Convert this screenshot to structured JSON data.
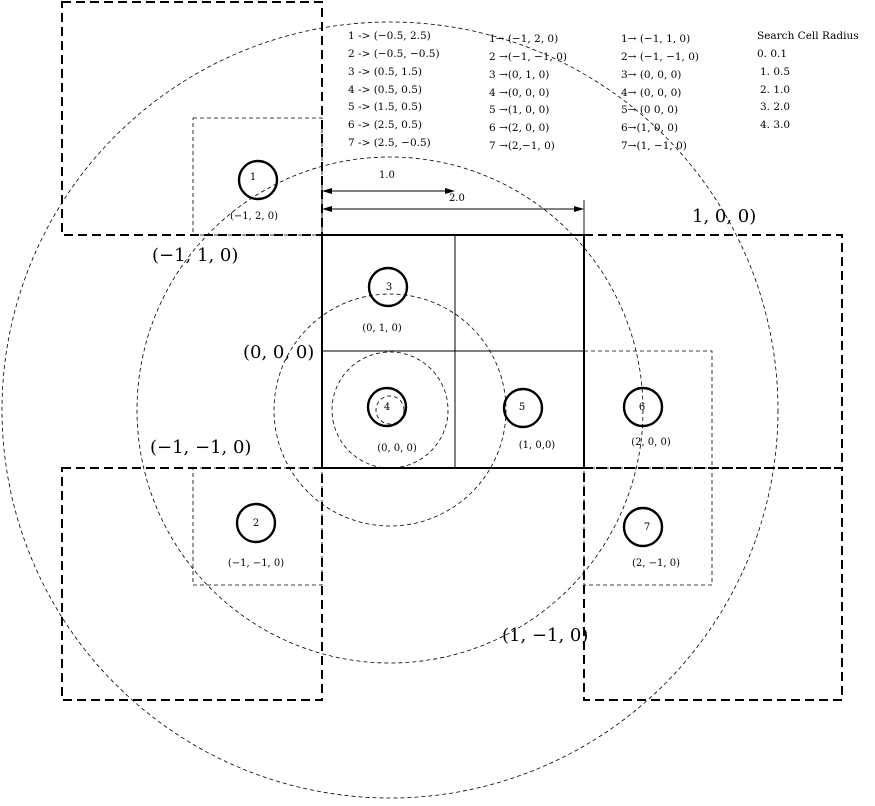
{
  "search_cell_radius": {
    "title": "Search Cell Radius",
    "rows": [
      "0. 0.1",
      "1. 0.5",
      "2. 1.0",
      "3. 2.0",
      "4. 3.0"
    ]
  },
  "mappings": {
    "positions": [
      "1 -> (−0.5, 2.5)",
      "2 -> (−0.5, −0.5)",
      "3 -> (0.5, 1.5)",
      "4 -> (0.5, 0.5)",
      "5 -> (1.5, 0.5)",
      "6 -> (2.5, 0.5)",
      "7 -> (2.5, −0.5)"
    ],
    "cells_a": [
      "1→ (−1, 2, 0)",
      "2 →(−1, −1, 0)",
      "3 →(0, 1, 0)",
      "4 →(0, 0, 0)",
      "5 →(1, 0, 0)",
      "6 →(2, 0, 0)",
      "7 →(2,−1, 0)"
    ],
    "cells_b": [
      "1→ (−1, 1, 0)",
      "2→ (−1, −1, 0)",
      "3→ (0, 0, 0)",
      "4→ (0, 0, 0)",
      "5→ (0 0, 0)",
      "6→(1, 0, 0)",
      "7→(1, −1, 0)"
    ]
  },
  "dimensions": {
    "short": "1.0",
    "long": "2.0"
  },
  "particles": [
    {
      "number": "1",
      "cell": "(−1, 2, 0)"
    },
    {
      "number": "2",
      "cell": "(−1, −1, 0)"
    },
    {
      "number": "3",
      "cell": "(0, 1, 0)"
    },
    {
      "number": "4",
      "cell": "(0, 0, 0)"
    },
    {
      "number": "5",
      "cell": "(1, 0,0)"
    },
    {
      "number": "6",
      "cell": "(2, 0, 0)"
    },
    {
      "number": "7",
      "cell": "(2, −1, 0)"
    }
  ],
  "big_cells": {
    "top_right": "1, 0, 0)",
    "top_left": "(−1, 1, 0)",
    "center": "(0, 0, 0)",
    "bottom_left": "(−1, −1, 0)",
    "bottom_right": "(1, −1, 0)"
  }
}
